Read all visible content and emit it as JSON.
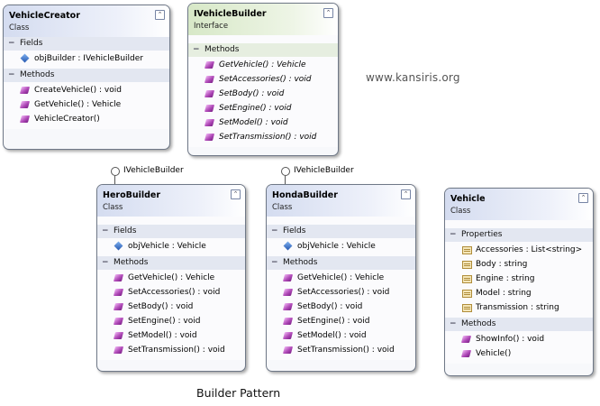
{
  "watermark": "www.kansiris.org",
  "caption": "Builder Pattern",
  "collapse_glyph": "⌃",
  "classes": {
    "vehicle_creator": {
      "name": "VehicleCreator",
      "stereotype": "Class",
      "fields_label": "Fields",
      "fields": [
        "objBuilder : IVehicleBuilder"
      ],
      "methods_label": "Methods",
      "methods": [
        "CreateVehicle() : void",
        "GetVehicle() : Vehicle",
        "VehicleCreator()"
      ]
    },
    "ivehicle_builder": {
      "name": "IVehicleBuilder",
      "stereotype": "Interface",
      "methods_label": "Methods",
      "methods": [
        "GetVehicle() : Vehicle",
        "SetAccessories() : void",
        "SetBody() : void",
        "SetEngine() : void",
        "SetModel() : void",
        "SetTransmission() : void"
      ]
    },
    "hero_builder": {
      "name": "HeroBuilder",
      "stereotype": "Class",
      "implements": "IVehicleBuilder",
      "fields_label": "Fields",
      "fields": [
        "objVehicle : Vehicle"
      ],
      "methods_label": "Methods",
      "methods": [
        "GetVehicle() : Vehicle",
        "SetAccessories() : void",
        "SetBody() : void",
        "SetEngine() : void",
        "SetModel() : void",
        "SetTransmission() : void"
      ]
    },
    "honda_builder": {
      "name": "HondaBuilder",
      "stereotype": "Class",
      "implements": "IVehicleBuilder",
      "fields_label": "Fields",
      "fields": [
        "objVehicle : Vehicle"
      ],
      "methods_label": "Methods",
      "methods": [
        "GetVehicle() : Vehicle",
        "SetAccessories() : void",
        "SetBody() : void",
        "SetEngine() : void",
        "SetModel() : void",
        "SetTransmission() : void"
      ]
    },
    "vehicle": {
      "name": "Vehicle",
      "stereotype": "Class",
      "properties_label": "Properties",
      "properties": [
        "Accessories : List<string>",
        "Body : string",
        "Engine : string",
        "Model : string",
        "Transmission : string"
      ],
      "methods_label": "Methods",
      "methods": [
        "ShowInfo() : void",
        "Vehicle()"
      ]
    }
  }
}
